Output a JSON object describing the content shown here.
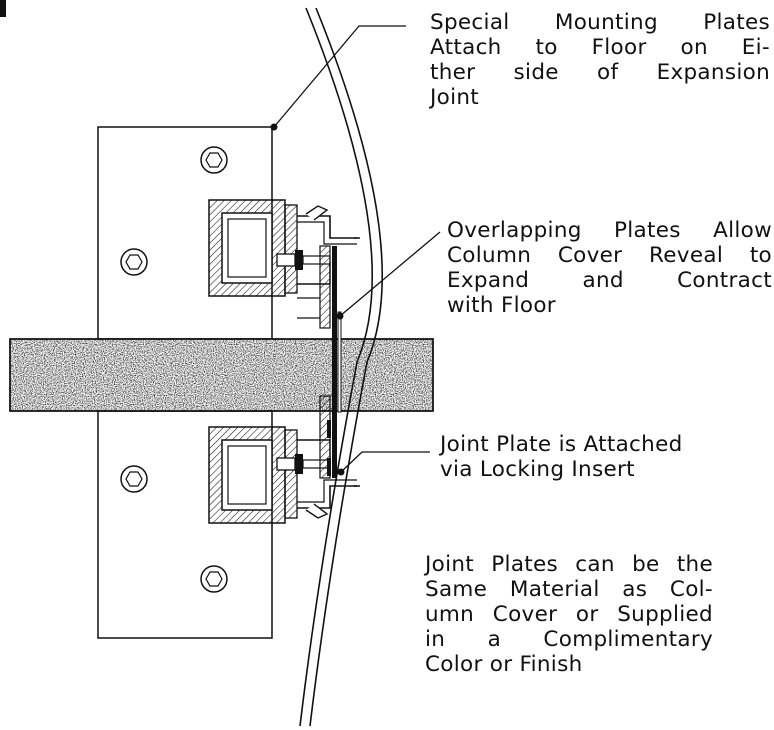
{
  "callouts": {
    "mounting": {
      "lines": [
        "Special Mounting Plates",
        "Attach to Floor on Ei-",
        "ther side of Expansion",
        "Joint"
      ]
    },
    "overlap": {
      "lines": [
        "Overlapping Plates Allow",
        "Column Cover Reveal to",
        "Expand and Contract",
        "with Floor"
      ]
    },
    "joint_plate": {
      "lines": [
        "Joint Plate is Attached",
        "via Locking Insert"
      ]
    },
    "finish": {
      "lines": [
        "Joint Plates can be the",
        "Same Material as Col-",
        "umn Cover or Supplied",
        "in a Complimentary",
        "Color or Finish"
      ]
    }
  },
  "colors": {
    "ink": "#111111",
    "paper": "#ffffff",
    "concrete": "#8a8a8a"
  }
}
